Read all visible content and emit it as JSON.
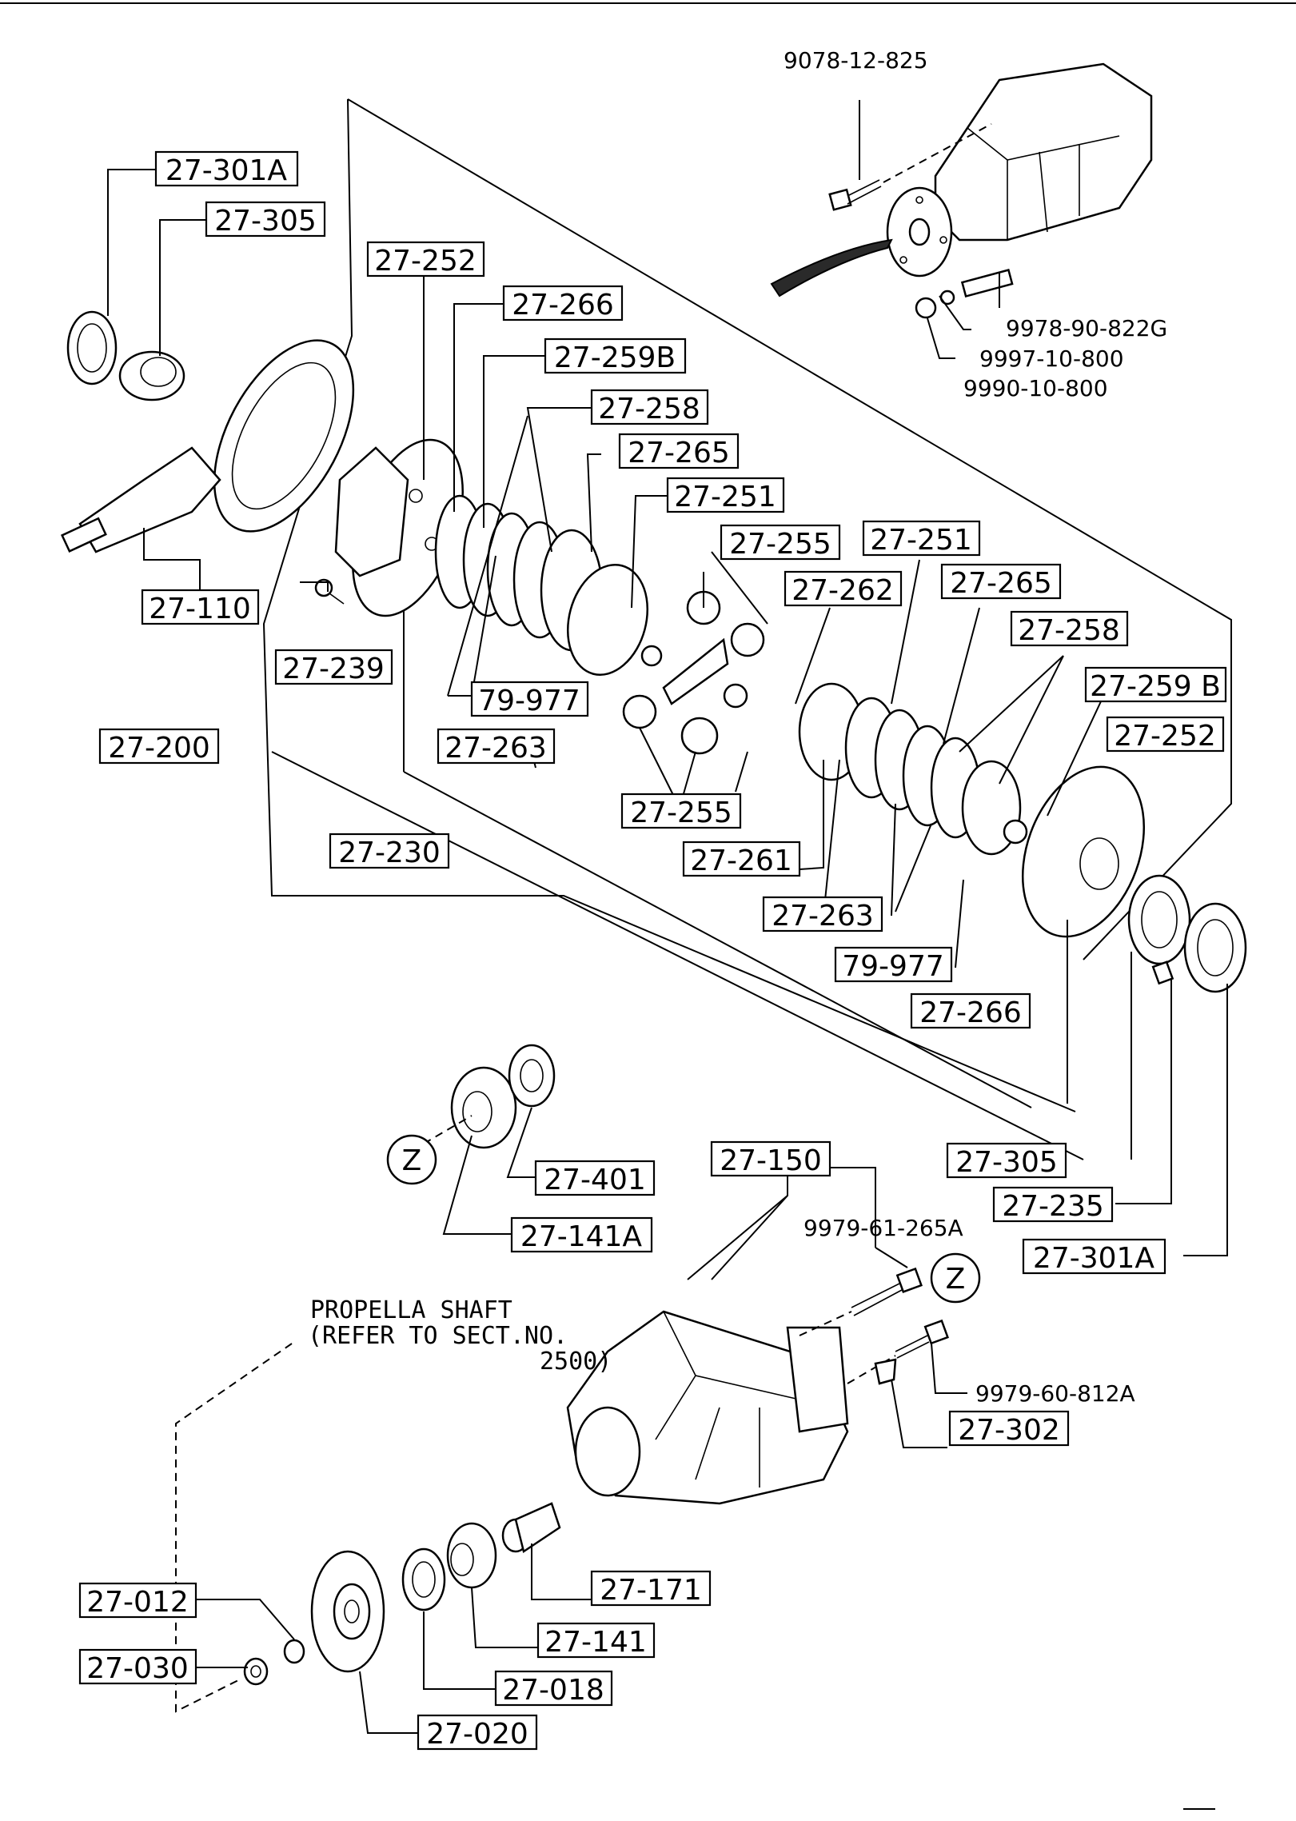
{
  "labels": {
    "l_301A_top": "27-301A",
    "l_305_top": "27-305",
    "l_252_top": "27-252",
    "l_266_top": "27-266",
    "l_259B_top": "27-259B",
    "l_258_top": "27-258",
    "l_265_top": "27-265",
    "l_251_top": "27-251",
    "l_255_top": "27-255",
    "l_251_mid": "27-251",
    "l_262": "27-262",
    "l_265_mid": "27-265",
    "l_258_mid": "27-258",
    "l_259B_mid": "27-259 B",
    "l_252_mid": "27-252",
    "l_110": "27-110",
    "l_239": "27-239",
    "l_977_top": "79-977",
    "l_263_top": "27-263",
    "l_200": "27-200",
    "l_255_bot": "27-255",
    "l_261": "27-261",
    "l_230": "27-230",
    "l_263_bot": "27-263",
    "l_977_bot": "79-977",
    "l_266_bot": "27-266",
    "l_401": "27-401",
    "l_141A": "27-141A",
    "l_150": "27-150",
    "l_305_bot": "27-305",
    "l_235": "27-235",
    "l_301A_bot": "27-301A",
    "l_302": "27-302",
    "l_171": "27-171",
    "l_012": "27-012",
    "l_141": "27-141",
    "l_030": "27-030",
    "l_018": "27-018",
    "l_020": "27-020"
  },
  "part_numbers": {
    "pn_9078": "9078-12-825",
    "pn_9978": "9978-90-822G",
    "pn_9997": "9997-10-800",
    "pn_9990": "9990-10-800",
    "pn_9979_265": "9979-61-265A",
    "pn_9979_812": "9979-60-812A"
  },
  "callout_marker": "Z",
  "note": {
    "line1": "PROPELLA SHAFT",
    "line2": "(REFER TO SECT.NO.",
    "line3": "2500)"
  }
}
